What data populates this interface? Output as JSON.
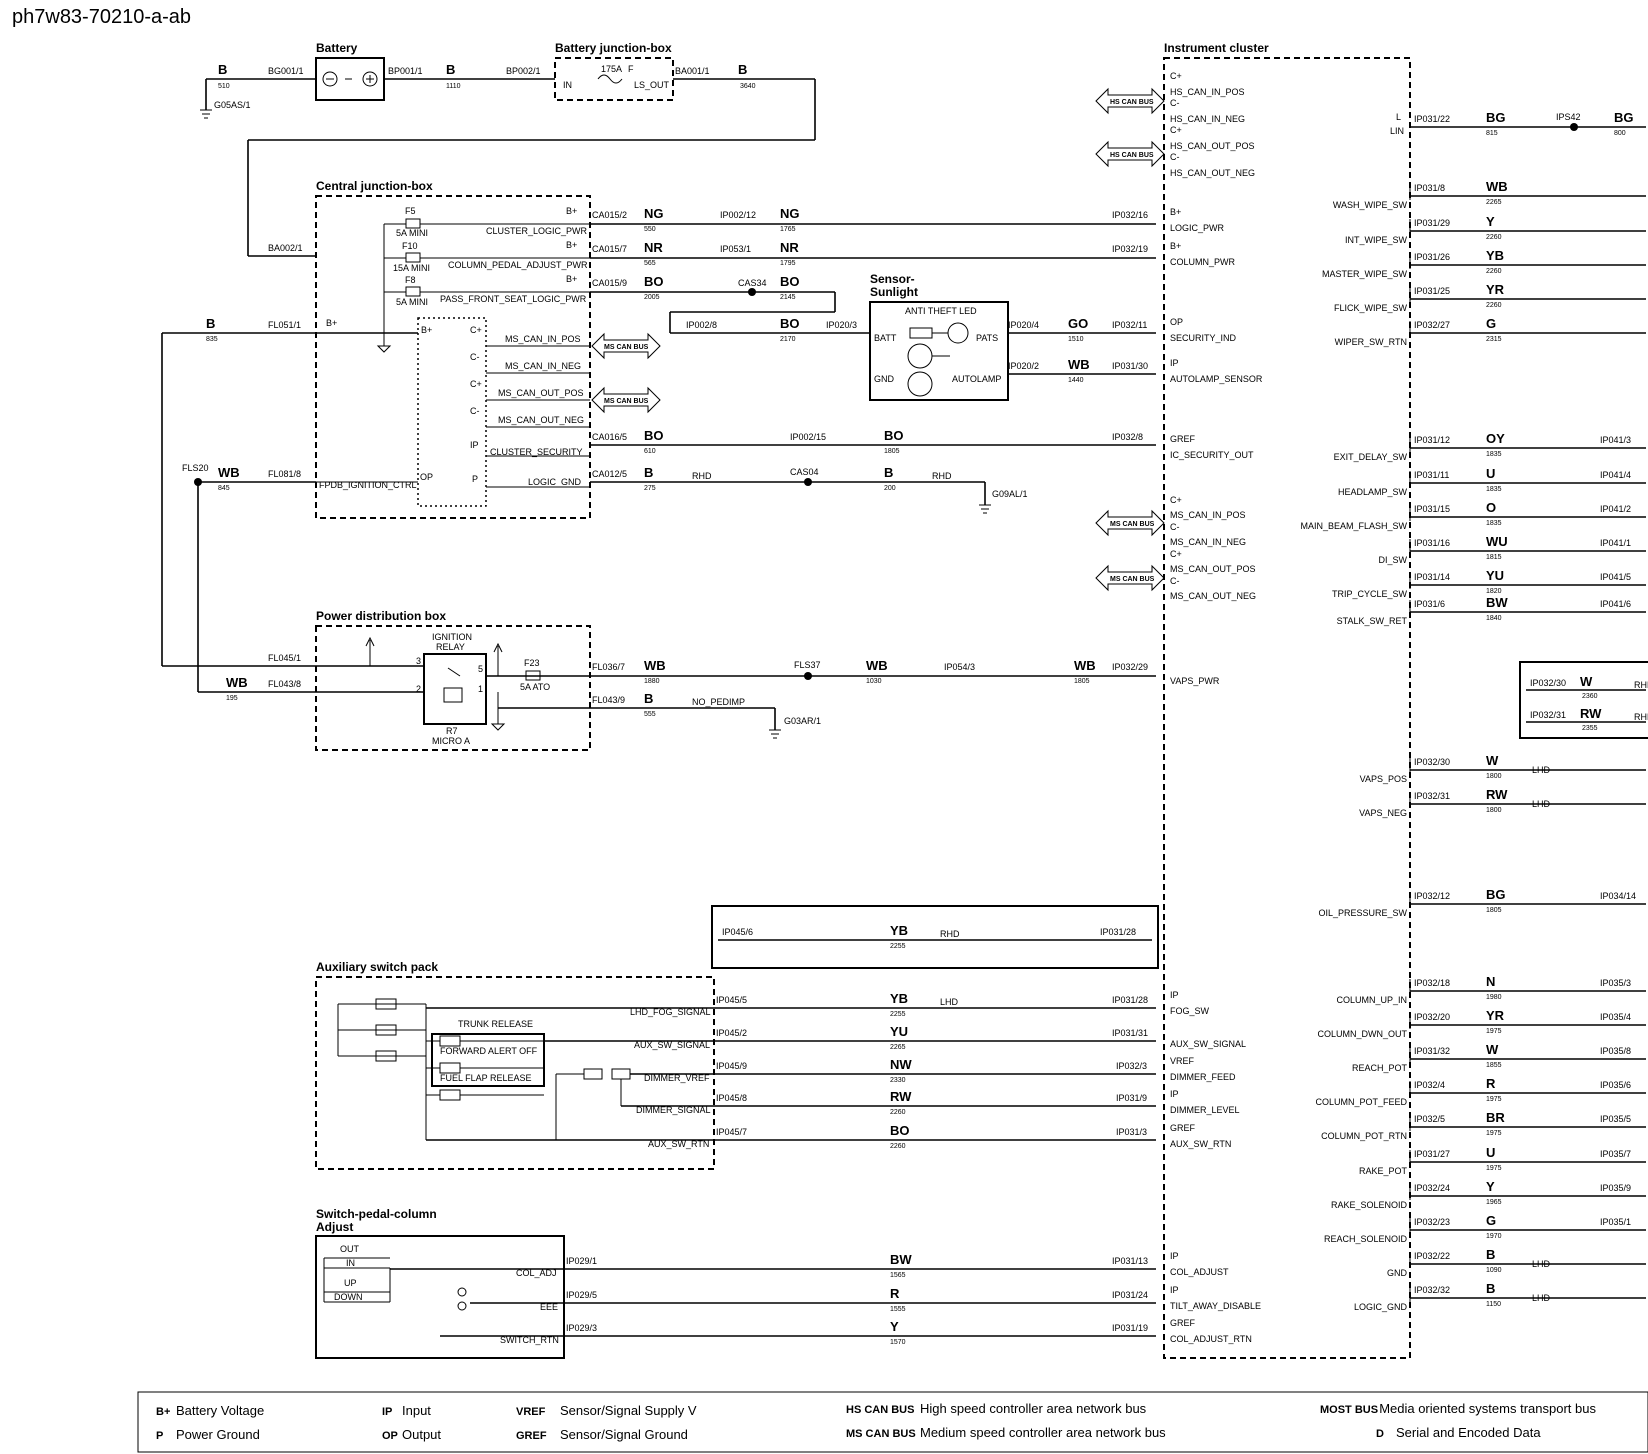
{
  "page_title": "ph7w83-70210-a-ab",
  "components": {
    "battery": "Battery",
    "battery_jb": "Battery junction-box",
    "central_jb": "Central junction-box",
    "power_dist": "Power distribution box",
    "aux_switch": "Auxiliary switch pack",
    "spc_line1": "Switch-pedal-column",
    "spc_line2": "Adjust",
    "instrument_cluster": "Instrument cluster",
    "sensor_line1": "Sensor-",
    "sensor_line2": "Sunlight",
    "anti_theft": "ANTI THEFT LED",
    "ign_relay1": "IGNITION",
    "ign_relay2": "RELAY",
    "relay_r7": "R7",
    "relay_micro": "MICRO A",
    "trunk_release": "TRUNK RELEASE",
    "forward_alert": "FORWARD ALERT OFF",
    "fuel_flap": "FUEL FLAP RELEASE",
    "out": "OUT",
    "in": "IN",
    "up": "UP",
    "down": "DOWN"
  },
  "legend": [
    {
      "key": "B+",
      "text": "Battery Voltage"
    },
    {
      "key": "P",
      "text": "Power Ground"
    },
    {
      "key": "IP",
      "text": "Input"
    },
    {
      "key": "OP",
      "text": "Output"
    },
    {
      "key": "VREF",
      "text": "Sensor/Signal Supply V"
    },
    {
      "key": "GREF",
      "text": "Sensor/Signal Ground"
    },
    {
      "key": "HS CAN BUS",
      "text": "High speed controller area network bus"
    },
    {
      "key": "MS CAN BUS",
      "text": "Medium speed controller area network bus"
    },
    {
      "key": "MOST BUS",
      "text": "Media oriented systems transport bus"
    },
    {
      "key": "D",
      "text": "Serial and Encoded Data"
    }
  ],
  "cluster_pins": [
    {
      "role": "B+",
      "name": "LOGIC_PWR"
    },
    {
      "role": "B+",
      "name": "COLUMN_PWR"
    },
    {
      "role": "OP",
      "name": "SECURITY_IND"
    },
    {
      "role": "IP",
      "name": "AUTOLAMP_SENSOR"
    },
    {
      "role": "GREF",
      "name": "IC_SECURITY_OUT"
    },
    {
      "role": "",
      "name": "VAPS_PWR"
    },
    {
      "role": "IP",
      "name": "FOG_SW"
    },
    {
      "role": "",
      "name": "AUX_SW_SIGNAL"
    },
    {
      "role": "VREF",
      "name": "DIMMER_FEED"
    },
    {
      "role": "IP",
      "name": "DIMMER_LEVEL"
    },
    {
      "role": "GREF",
      "name": "AUX_SW_RTN"
    },
    {
      "role": "IP",
      "name": "COL_ADJUST"
    },
    {
      "role": "IP",
      "name": "TILT_AWAY_DISABLE"
    },
    {
      "role": "GREF",
      "name": "COL_ADJUST_RTN"
    }
  ],
  "can_pins": [
    "HS_CAN_IN_POS",
    "HS_CAN_IN_NEG",
    "HS_CAN_OUT_POS",
    "HS_CAN_OUT_NEG",
    "MS_CAN_IN_POS",
    "MS_CAN_IN_NEG",
    "MS_CAN_OUT_POS",
    "MS_CAN_OUT_NEG"
  ],
  "can_labels": {
    "hs": "HS CAN BUS",
    "ms": "MS CAN BUS",
    "cplus": "C+",
    "cminus": "C-"
  },
  "cjb_signals": [
    "CLUSTER_LOGIC_PWR",
    "COLUMN_PEDAL_ADJUST_PWR",
    "PASS_FRONT_SEAT_LOGIC_PWR",
    "MS_CAN_IN_POS",
    "MS_CAN_IN_NEG",
    "MS_CAN_OUT_POS",
    "MS_CAN_OUT_NEG",
    "CLUSTER_SECURITY",
    "LOGIC_GND",
    "FPDB_IGNITION_CTRL"
  ],
  "fuses": [
    "F5",
    "5A MINI",
    "F10",
    "15A MINI",
    "F8",
    "5A MINI",
    "F23",
    "5A ATO",
    "175A",
    "F"
  ],
  "wires_main": [
    {
      "from": "CA015/2",
      "color": "NG",
      "num": "550",
      "mid": "IP002/12",
      "color2": "NG",
      "num2": "1765",
      "to": "IP032/16"
    },
    {
      "from": "CA015/7",
      "color": "NR",
      "num": "565",
      "mid": "IP053/1",
      "color2": "NR",
      "num2": "1795",
      "to": "IP032/19"
    },
    {
      "from": "CA015/9",
      "color": "BO",
      "num": "2005",
      "mid": "CAS34",
      "color2": "BO",
      "num2": "2145",
      "to": ""
    }
  ],
  "right_switches": [
    {
      "pin": "IP031/8",
      "color": "WB",
      "num": "2265",
      "name": "WASH_WIPE_SW"
    },
    {
      "pin": "IP031/29",
      "color": "Y",
      "num": "2260",
      "name": "INT_WIPE_SW"
    },
    {
      "pin": "IP031/26",
      "color": "YB",
      "num": "2260",
      "name": "MASTER_WIPE_SW"
    },
    {
      "pin": "IP031/25",
      "color": "YR",
      "num": "2260",
      "name": "FLICK_WIPE_SW"
    },
    {
      "pin": "IP032/27",
      "color": "G",
      "num": "2315",
      "name": "WIPER_SW_RTN"
    },
    {
      "pin": "IP031/12",
      "color": "OY",
      "num": "1835",
      "name": "EXIT_DELAY_SW",
      "to": "IP041/3"
    },
    {
      "pin": "IP031/11",
      "color": "U",
      "num": "1835",
      "name": "HEADLAMP_SW",
      "to": "IP041/4"
    },
    {
      "pin": "IP031/15",
      "color": "O",
      "num": "1835",
      "name": "MAIN_BEAM_FLASH_SW",
      "to": "IP041/2"
    },
    {
      "pin": "IP031/16",
      "color": "WU",
      "num": "1815",
      "name": "DI_SW",
      "to": "IP041/1"
    },
    {
      "pin": "IP031/14",
      "color": "YU",
      "num": "1820",
      "name": "TRIP_CYCLE_SW",
      "to": "IP041/5"
    },
    {
      "pin": "IP031/6",
      "color": "BW",
      "num": "1840",
      "name": "STALK_SW_RET",
      "to": "IP041/6"
    },
    {
      "pin": "IP032/30",
      "color": "W",
      "num": "1800",
      "name": "VAPS_POS"
    },
    {
      "pin": "IP032/31",
      "color": "RW",
      "num": "1800",
      "name": "VAPS_NEG"
    },
    {
      "pin": "IP032/12",
      "color": "BG",
      "num": "1805",
      "name": "OIL_PRESSURE_SW",
      "to": "IP034/14"
    },
    {
      "pin": "IP032/18",
      "color": "N",
      "num": "1980",
      "name": "COLUMN_UP_IN",
      "to": "IP035/3"
    },
    {
      "pin": "IP032/20",
      "color": "YR",
      "num": "1975",
      "name": "COLUMN_DWN_OUT",
      "to": "IP035/4"
    },
    {
      "pin": "IP031/32",
      "color": "W",
      "num": "1855",
      "name": "REACH_POT",
      "to": "IP035/8"
    },
    {
      "pin": "IP032/4",
      "color": "R",
      "num": "1975",
      "name": "COLUMN_POT_FEED",
      "to": "IP035/6"
    },
    {
      "pin": "IP032/5",
      "color": "BR",
      "num": "1975",
      "name": "COLUMN_POT_RTN",
      "to": "IP035/5"
    },
    {
      "pin": "IP031/27",
      "color": "U",
      "num": "1975",
      "name": "RAKE_POT",
      "to": "IP035/7"
    },
    {
      "pin": "IP032/24",
      "color": "Y",
      "num": "1965",
      "name": "RAKE_SOLENOID",
      "to": "IP035/9"
    },
    {
      "pin": "IP032/23",
      "color": "G",
      "num": "1970",
      "name": "REACH_SOLENOID",
      "to": "IP035/1"
    },
    {
      "pin": "IP032/22",
      "color": "B",
      "num": "1090",
      "name": "GND"
    },
    {
      "pin": "IP032/32",
      "color": "B",
      "num": "1150",
      "name": "LOGIC_GND"
    }
  ],
  "aux_wires": [
    {
      "from": "IP045/5",
      "color": "YB",
      "num": "2255",
      "sig": "LHD_FOG_SIGNAL",
      "to": "IP031/28"
    },
    {
      "from": "IP045/2",
      "color": "YU",
      "num": "2265",
      "sig": "AUX_SW_SIGNAL",
      "to": "IP031/31"
    },
    {
      "from": "IP045/9",
      "color": "NW",
      "num": "2330",
      "sig": "DIMMER_VREF",
      "to": "IP032/3"
    },
    {
      "from": "IP045/8",
      "color": "RW",
      "num": "2260",
      "sig": "DIMMER_SIGNAL",
      "to": "IP031/9"
    },
    {
      "from": "IP045/7",
      "color": "BO",
      "num": "2260",
      "sig": "AUX_SW_RTN",
      "to": "IP031/3"
    }
  ],
  "col_wires": [
    {
      "from": "IP029/1",
      "color": "BW",
      "num": "1565",
      "sig": "COL_ADJ",
      "to": "IP031/13"
    },
    {
      "from": "IP029/5",
      "color": "R",
      "num": "1555",
      "sig": "EEE",
      "to": "IP031/24"
    },
    {
      "from": "IP029/3",
      "color": "Y",
      "num": "1570",
      "sig": "SWITCH_RTN",
      "to": "IP031/19"
    }
  ],
  "misc": {
    "b": "B",
    "wb": "WB",
    "bo": "BO",
    "go": "GO",
    "ng": "NG",
    "nr": "NR",
    "w": "W",
    "rw": "RW",
    "y": "Y",
    "bg": "BG",
    "bg001": "BG001/1",
    "bp001": "BP001/1",
    "bp002": "BP002/1",
    "ba001": "BA001/1",
    "ba002": "BA002/1",
    "g05as": "G05AS/1",
    "n510": "510",
    "n1110": "1110",
    "n3640": "3640",
    "fl051": "FL051/1",
    "n835": "835",
    "fls20": "FLS20",
    "fl081": "FL081/8",
    "n845": "845",
    "fl045": "FL045/1",
    "fl043": "FL043/8",
    "n195": "195",
    "fl036": "FL036/7",
    "n1880": "1880",
    "n1030": "1030",
    "n1805": "1805",
    "fls37": "FLS37",
    "ip054": "IP054/3",
    "ip032_29": "IP032/29",
    "fl043_9": "FL043/9",
    "n555": "555",
    "no_pedimp": "NO_PEDIMP",
    "g03ar": "G03AR/1",
    "ca016": "CA016/5",
    "n610": "610",
    "ip002_15": "IP002/15",
    "n1805b": "1805",
    "ip032_8": "IP032/8",
    "ca012": "CA012/5",
    "n275": "275",
    "rhd": "RHD",
    "lhd": "LHD",
    "cas04": "CAS04",
    "n200": "200",
    "g09al": "G09AL/1",
    "ip002_8": "IP002/8",
    "n2170": "2170",
    "ip020_3": "IP020/3",
    "ip020_4": "IP020/4",
    "n1510": "1510",
    "ip032_11": "IP032/11",
    "ip020_2": "IP020/2",
    "n1440": "1440",
    "ip031_30": "IP031/30",
    "batt": "BATT",
    "gnd": "GND",
    "pats": "PATS",
    "autolamp": "AUTOLAMP",
    "in_pin": "IN",
    "ls_out": "LS_OUT",
    "lin": "LIN",
    "l": "L",
    "ip031_22": "IP031/22",
    "n815": "815",
    "ips42": "IPS42",
    "n800": "800",
    "ip045_6": "IP045/6",
    "n2255": "2255",
    "ip031_28": "IP031/28",
    "ip032_30": "IP032/30",
    "ip032_31": "IP032/31",
    "n2360": "2360",
    "n2355": "2355",
    "r3": "3",
    "r5": "5",
    "r2": "2",
    "r1": "1",
    "op": "OP",
    "ip": "IP",
    "p": "P",
    "bplus": "B+",
    "cp": "C+",
    "cm": "C-"
  }
}
